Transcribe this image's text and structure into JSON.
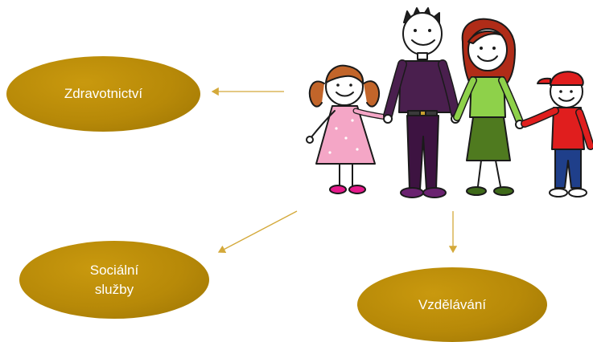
{
  "nodes": {
    "health": {
      "label": "Zdravotnictví"
    },
    "social": {
      "label": "Sociální\nslužby"
    },
    "education": {
      "label": "Vzdělávání"
    }
  },
  "colors": {
    "ellipse_fill": "#b78908",
    "ellipse_text": "#ffffff",
    "arrow": "#d4a93a"
  },
  "illustration": {
    "figures": [
      "girl-with-pigtails",
      "father",
      "mother",
      "boy-with-cap"
    ]
  }
}
